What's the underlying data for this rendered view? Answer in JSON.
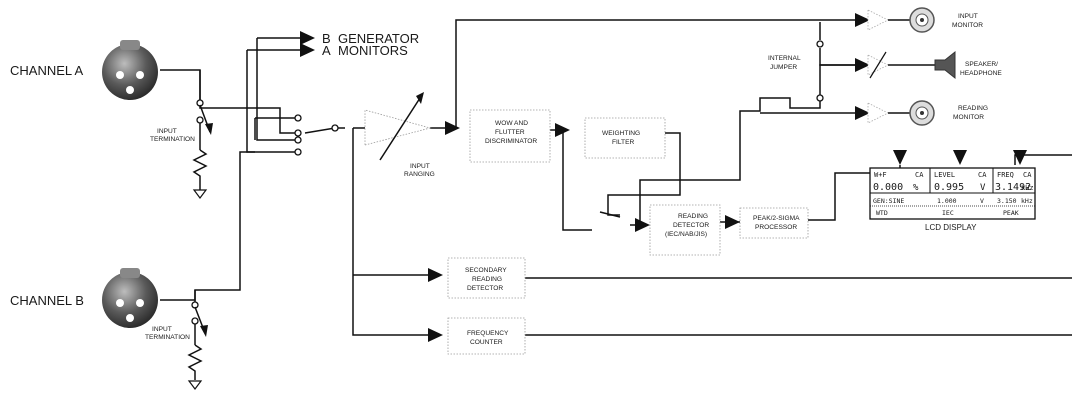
{
  "channels": {
    "a_label": "CHANNEL A",
    "b_label": "CHANNEL B",
    "a_termination": [
      "INPUT",
      "TERMINATION"
    ],
    "b_termination": [
      "INPUT",
      "TERMINATION"
    ]
  },
  "generator": {
    "b_letter": "B",
    "b_text": "GENERATOR",
    "a_letter": "A",
    "a_text": "MONITORS"
  },
  "blocks": {
    "input_ranging": [
      "INPUT",
      "RANGING"
    ],
    "wow_flutter": [
      "WOW AND",
      "FLUTTER",
      "DISCRIMINATOR"
    ],
    "weighting": [
      "WEIGHTING",
      "FILTER"
    ],
    "reading_detector": [
      "READING",
      "DETECTOR",
      "(IEC/NAB/JIS)"
    ],
    "peak_processor": [
      "PEAK/2-SIGMA",
      "PROCESSOR"
    ],
    "secondary_detector": [
      "SECONDARY",
      "READING",
      "DETECTOR"
    ],
    "frequency_counter": [
      "FREQUENCY",
      "COUNTER"
    ]
  },
  "outputs": {
    "internal_jumper": [
      "INTERNAL",
      "JUMPER"
    ],
    "input_monitor": [
      "INPUT",
      "MONITOR"
    ],
    "speaker": [
      "SPEAKER/",
      "HEADPHONE"
    ],
    "reading_monitor": [
      "READING",
      "MONITOR"
    ]
  },
  "lcd": {
    "caption": "LCD DISPLAY",
    "cells": {
      "r1c1_title": "W+F",
      "r1c1_flag": "CA",
      "r1c2_title": "LEVEL",
      "r1c2_flag": "CA",
      "r1c3_title": "FREQ",
      "r1c3_flag": "CA",
      "r2c1_value": "0.000",
      "r2c1_unit": "%",
      "r2c2_value": "0.995",
      "r2c2_unit": "V",
      "r2c3_value": "3.1492",
      "r2c3_unit": "kHz",
      "r3c1": "GEN:SINE",
      "r3c2_value": "1.000",
      "r3c2_unit": "V",
      "r3c3_value": "3.150",
      "r3c3_unit": "kHz",
      "r4c1": "WTD",
      "r4c2": "IEC",
      "r4c3": "PEAK"
    }
  },
  "icons": {
    "xlr_connector": "xlr-connector-icon",
    "bnc_connector": "bnc-connector-icon",
    "speaker": "speaker-icon",
    "amplifier": "amplifier-triangle-icon",
    "ground": "ground-icon",
    "resistor": "resistor-icon"
  }
}
